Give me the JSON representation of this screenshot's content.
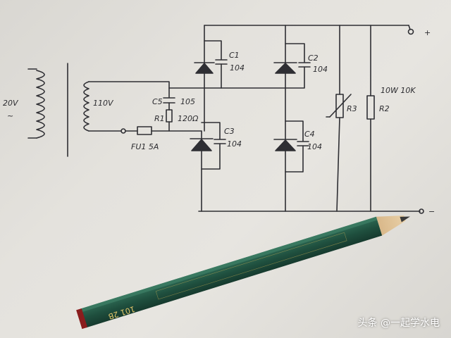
{
  "labels": {
    "primary_voltage": "20V",
    "secondary_voltage": "110V",
    "fuse": "FU1 5A",
    "c1": "C1",
    "c1_value": "104",
    "c2": "C2",
    "c2_value": "104",
    "c3": "C3",
    "c3_value": "104",
    "c4": "C4",
    "c4_value": "104",
    "c5": "C5",
    "c5_value": "105",
    "r1": "R1",
    "r1_value": "120Ω",
    "r2": "R2",
    "r2_spec": "10W 10K",
    "r3": "R3",
    "plus": "+",
    "minus": "−"
  },
  "pencil": {
    "text": "101 2B"
  },
  "watermark": "头条 @一起学水电"
}
